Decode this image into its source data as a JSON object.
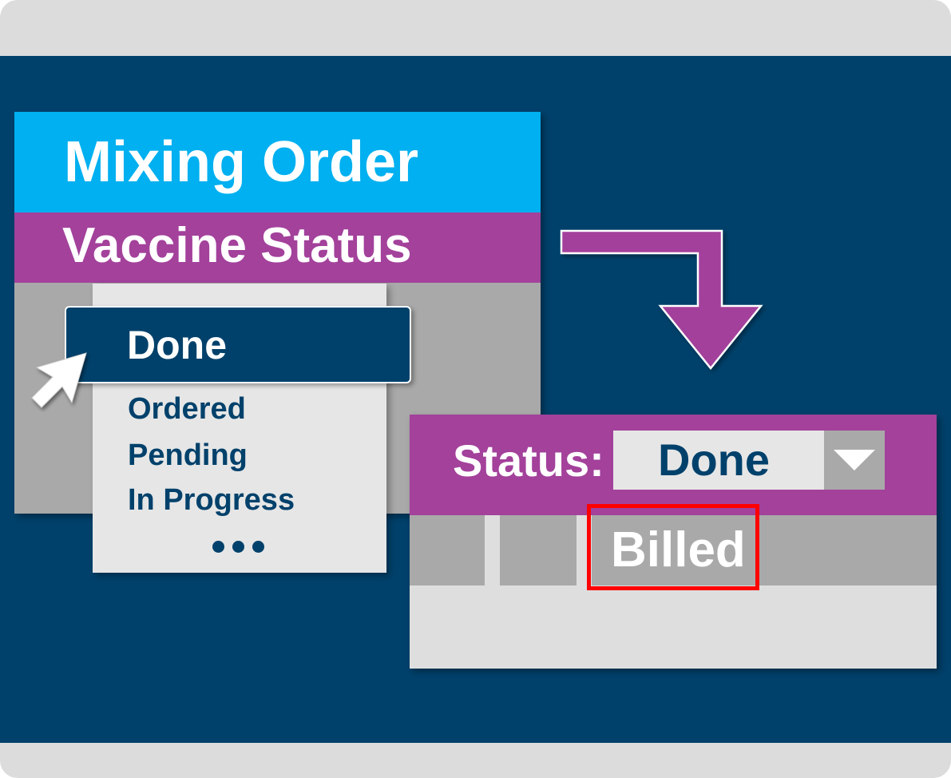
{
  "order_window": {
    "title": "Mixing Order",
    "section_header": "Vaccine Status",
    "dropdown": {
      "selected": "Done",
      "options": [
        "Ordered",
        "Pending",
        "In Progress"
      ],
      "more_indicator": "more-dots-icon"
    }
  },
  "detail_window": {
    "status_label": "Status:",
    "status_value": "Done",
    "dropdown_icon": "triangle-down-icon",
    "tabs": [
      "",
      "",
      "Billed"
    ],
    "highlighted_tab": "Billed",
    "highlight_color": "#ff0000"
  },
  "colors": {
    "background": "#00416b",
    "title_bar": "#00b0f0",
    "accent": "#a3419b",
    "panel_gray": "#a9a9a9",
    "light_gray": "#e6e6e6"
  }
}
